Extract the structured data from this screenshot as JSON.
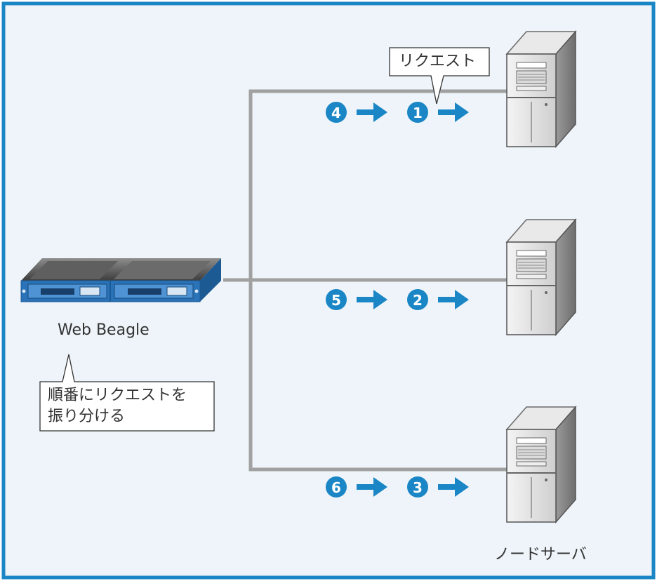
{
  "callout_request": "リクエスト",
  "load_balancer_label": "Web Beagle",
  "distribute_note": [
    "順番にリクエストを",
    "振り分ける"
  ],
  "node_server_label": "ノードサーバ",
  "flows": [
    {
      "first": "4",
      "second": "1"
    },
    {
      "first": "5",
      "second": "2"
    },
    {
      "first": "6",
      "second": "3"
    }
  ],
  "colors": {
    "frame": "#1a86c6",
    "background": "#eef4f9",
    "accent": "#1a86c6",
    "line": "#a0a0a0"
  },
  "icons": {
    "load_balancer": "rack-appliance-icon",
    "server": "tower-server-icon",
    "arrow": "arrow-right-icon"
  }
}
